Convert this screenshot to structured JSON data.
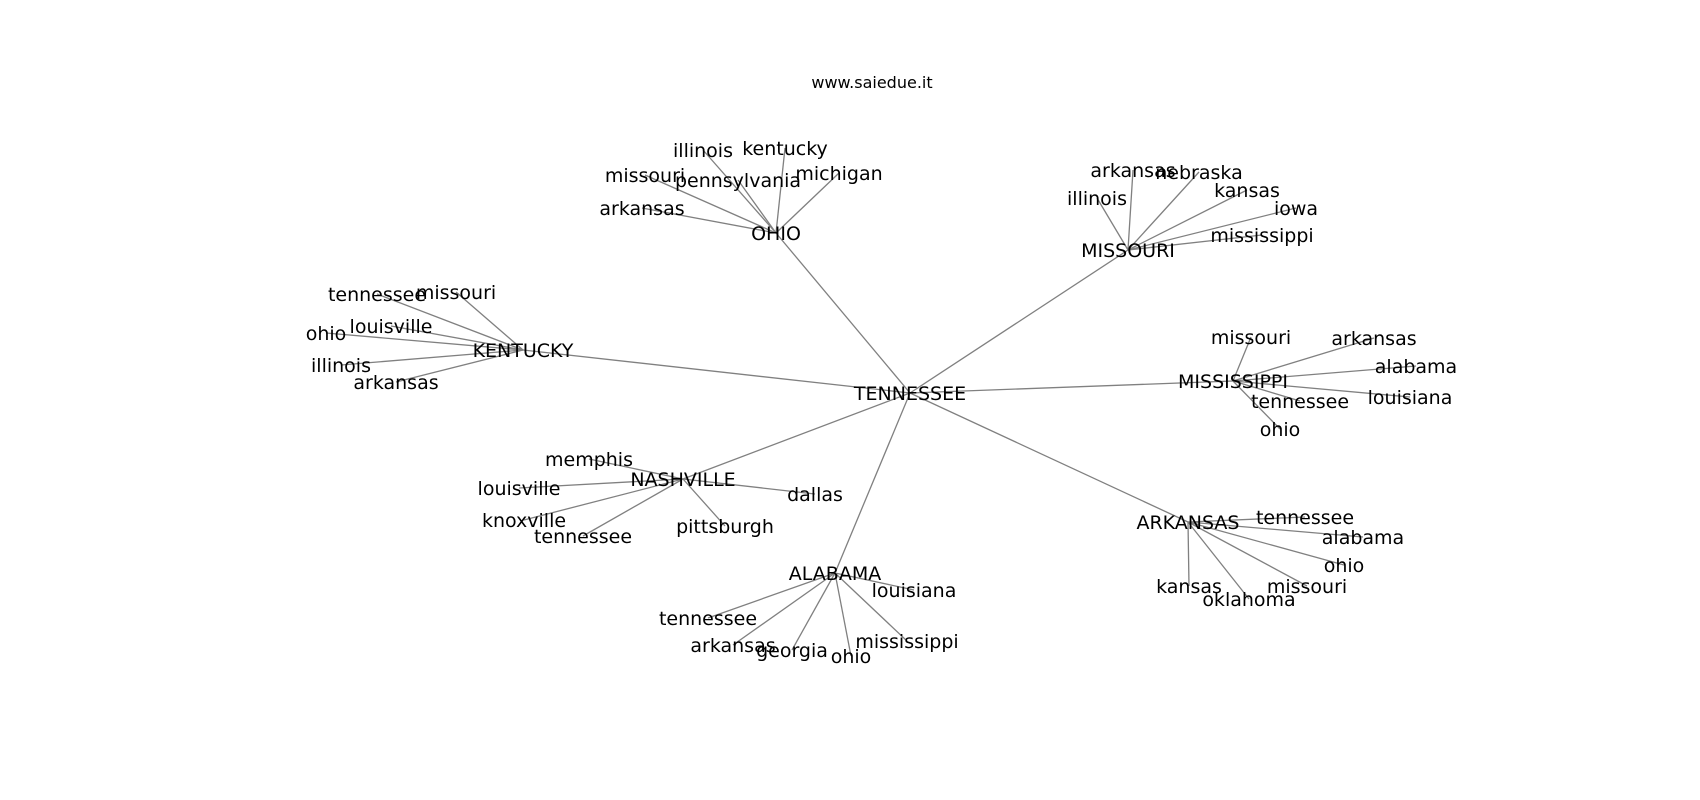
{
  "watermark": "www.saiedue.it",
  "colors": {
    "edge": "#808080",
    "text": "#000000",
    "background": "#ffffff"
  },
  "graph": {
    "root": "TENNESSEE",
    "hubs": [
      {
        "label": "OHIO",
        "leaves": [
          "illinois",
          "kentucky",
          "missouri",
          "pennsylvania",
          "michigan",
          "arkansas"
        ]
      },
      {
        "label": "MISSOURI",
        "leaves": [
          "arkansas",
          "nebraska",
          "illinois",
          "kansas",
          "iowa",
          "mississippi"
        ]
      },
      {
        "label": "KENTUCKY",
        "leaves": [
          "tennessee",
          "missouri",
          "louisville",
          "ohio",
          "illinois",
          "arkansas"
        ]
      },
      {
        "label": "MISSISSIPPI",
        "leaves": [
          "missouri",
          "arkansas",
          "alabama",
          "tennessee",
          "louisiana",
          "ohio"
        ]
      },
      {
        "label": "NASHVILLE",
        "leaves": [
          "memphis",
          "louisville",
          "dallas",
          "knoxville",
          "tennessee",
          "pittsburgh"
        ]
      },
      {
        "label": "ARKANSAS",
        "leaves": [
          "tennessee",
          "alabama",
          "ohio",
          "kansas",
          "missouri",
          "oklahoma"
        ]
      },
      {
        "label": "ALABAMA",
        "leaves": [
          "louisiana",
          "tennessee",
          "mississippi",
          "arkansas",
          "georgia",
          "ohio"
        ]
      }
    ]
  }
}
